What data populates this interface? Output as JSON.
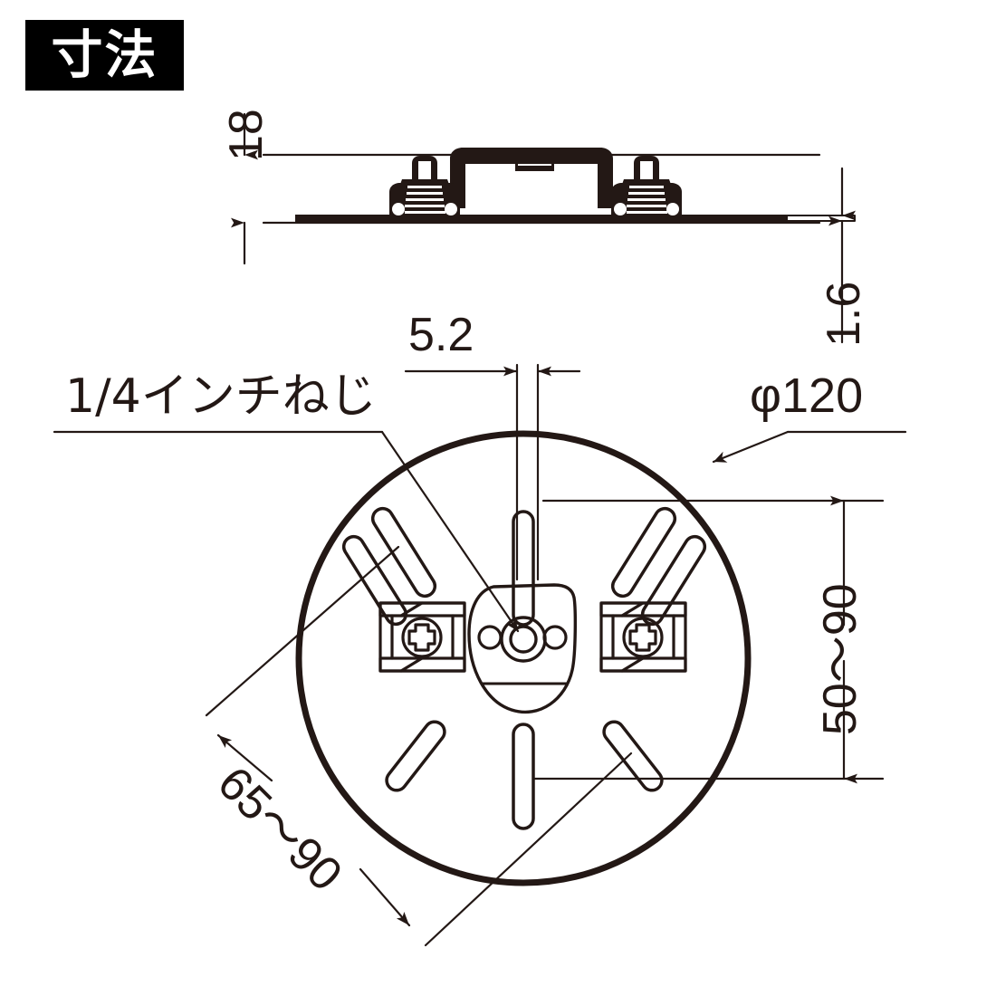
{
  "title_badge": {
    "label": "寸法",
    "background": "#000000",
    "text_color": "#ffffff"
  },
  "drawing": {
    "line_color": "#231815",
    "background": "#ffffff",
    "type": "technical-dimension-drawing",
    "views": [
      {
        "name": "side-elevation-view",
        "description": "flat plate with raised handle bracket and two screw mounts"
      },
      {
        "name": "top-plan-view",
        "description": "circular mounting plate with slots, two screw clamps and center 1/4 inch screw hole"
      }
    ]
  },
  "dimensions": {
    "height_18": {
      "value": "18",
      "orientation": "vertical-rotated",
      "view": "side-elevation-view"
    },
    "thickness_1_6": {
      "value": "1.6",
      "orientation": "vertical-rotated",
      "view": "side-elevation-view"
    },
    "slot_width_5_2": {
      "value": "5.2",
      "orientation": "horizontal",
      "view": "top-plan-view"
    },
    "diameter_120": {
      "value": "φ120",
      "orientation": "horizontal",
      "view": "top-plan-view"
    },
    "vertical_range_50_90": {
      "value": "50〜90",
      "orientation": "vertical-rotated",
      "view": "top-plan-view"
    },
    "diagonal_range_65_90": {
      "value": "65〜90",
      "orientation": "diagonal-rotated",
      "view": "top-plan-view"
    }
  },
  "callouts": {
    "quarter_inch_screw": {
      "label": "1/4インチねじ",
      "target": "center-screw-hole"
    }
  }
}
